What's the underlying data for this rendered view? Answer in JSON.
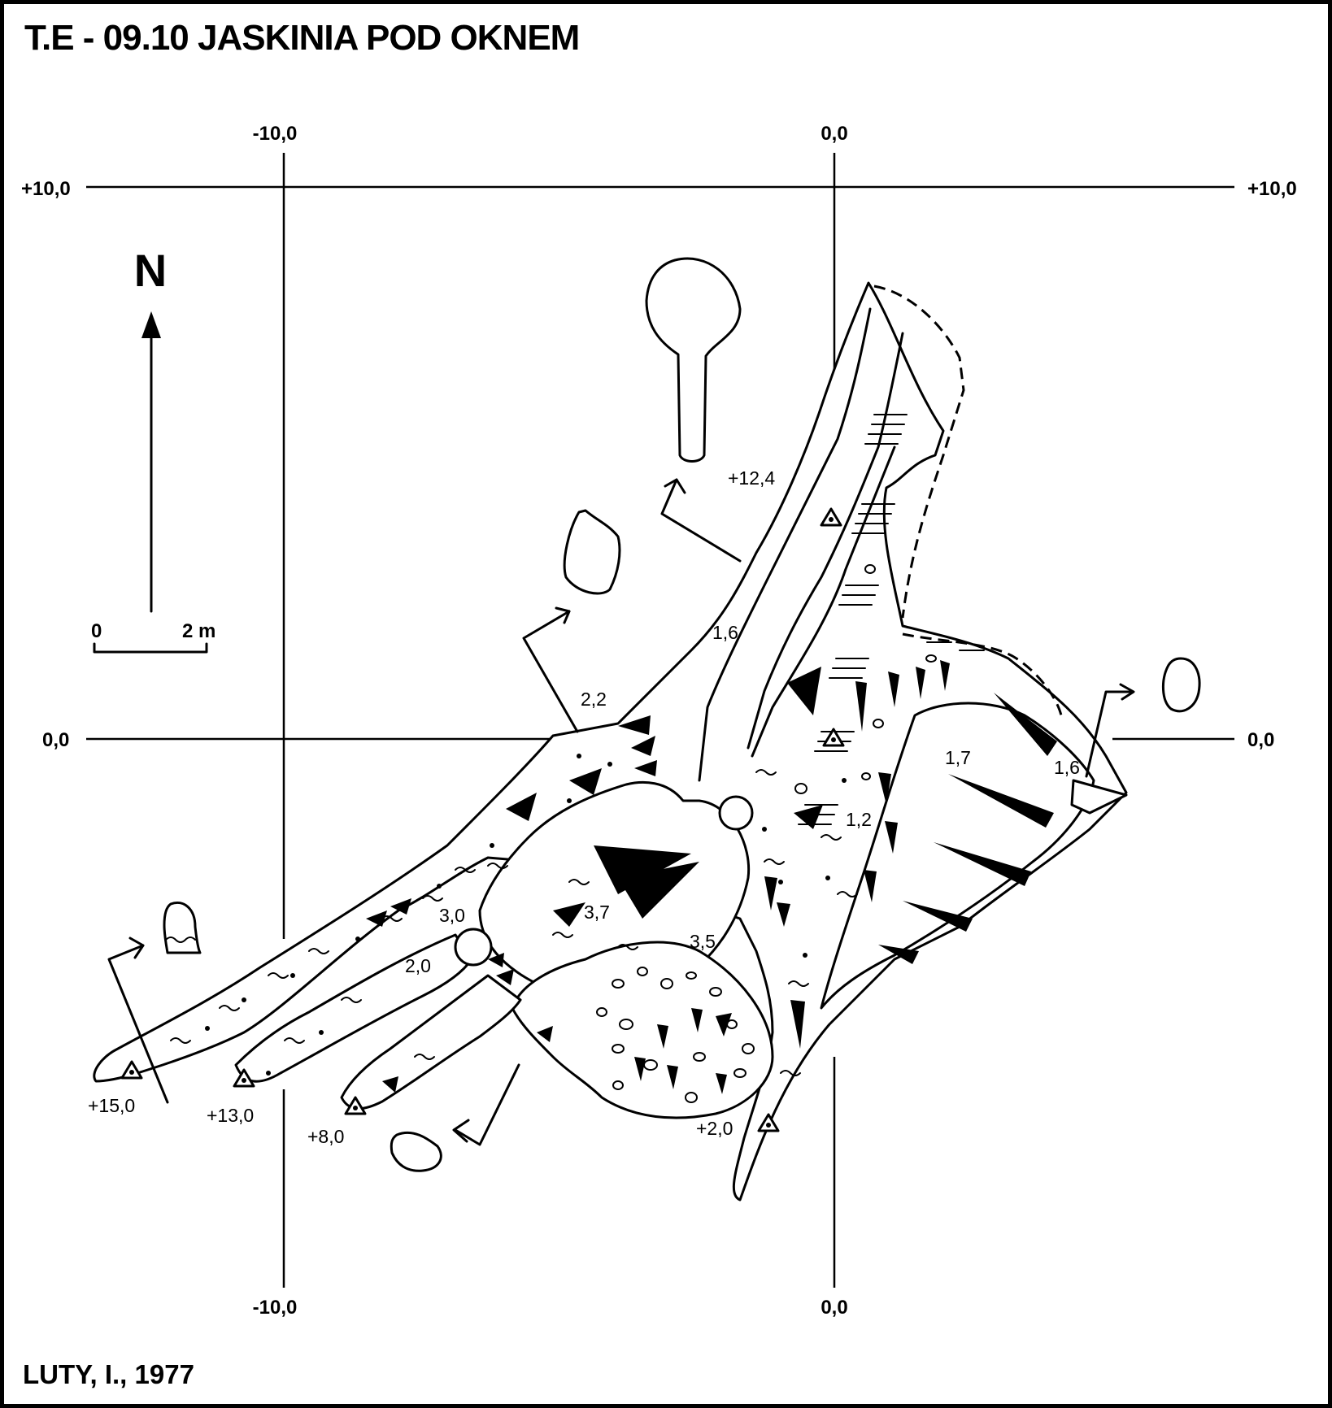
{
  "title": "T.E - 09.10  JASKINIA POD OKNEM",
  "author": "LUTY, I., 1977",
  "north_label": "N",
  "scale": {
    "start": "0",
    "end": "2 m"
  },
  "grid": {
    "x_top": [
      "-10,0",
      "0,0"
    ],
    "x_bottom": [
      "-10,0",
      "0,0"
    ],
    "y_left": [
      "+10,0",
      "0,0"
    ],
    "y_right": [
      "+10,0",
      "0,0"
    ]
  },
  "heights": {
    "h_12_4": "+12,4",
    "h_1_6_a": "1,6",
    "h_2_2": "2,2",
    "h_1_7": "1,7",
    "h_1_6_b": "1,6",
    "h_1_2": "1,2",
    "h_3_0": "3,0",
    "h_3_7": "3,7",
    "h_2_0": "2,0",
    "h_3_5": "3,5",
    "h_15_0": "+15,0",
    "h_13_0": "+13,0",
    "h_8_0": "+8,0",
    "h_2_0_b": "+2,0"
  },
  "colors": {
    "ink": "#000000",
    "paper": "#ffffff"
  },
  "icons": [
    "north-arrow-icon",
    "survey-point-icon",
    "stalagmite-icon",
    "entrance-profile-icon"
  ]
}
